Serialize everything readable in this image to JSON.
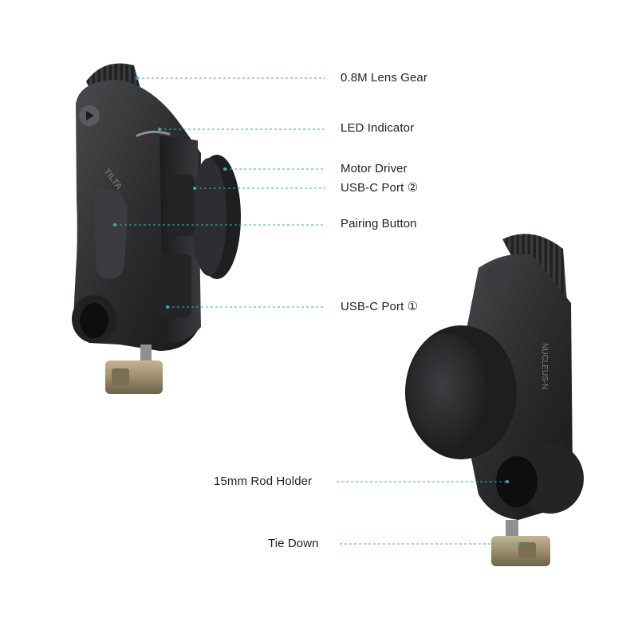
{
  "callouts": {
    "lens_gear": "0.8M Lens Gear",
    "led_indicator": "LED Indicator",
    "motor_driver": "Motor Driver",
    "usb_c_port_2": "USB-C Port ②",
    "pairing_button": "Pairing Button",
    "usb_c_port_1": "USB-C Port ①",
    "rod_holder": "15mm Rod Holder",
    "tie_down": "Tie Down"
  },
  "device_markings": {
    "brand": "TILTA",
    "model": "NUCLEUS-N"
  },
  "colors": {
    "leader_line": "#2bb3b8",
    "body_dark": "#2a2b2d",
    "tie_down_brass": "#9c8d6b"
  }
}
